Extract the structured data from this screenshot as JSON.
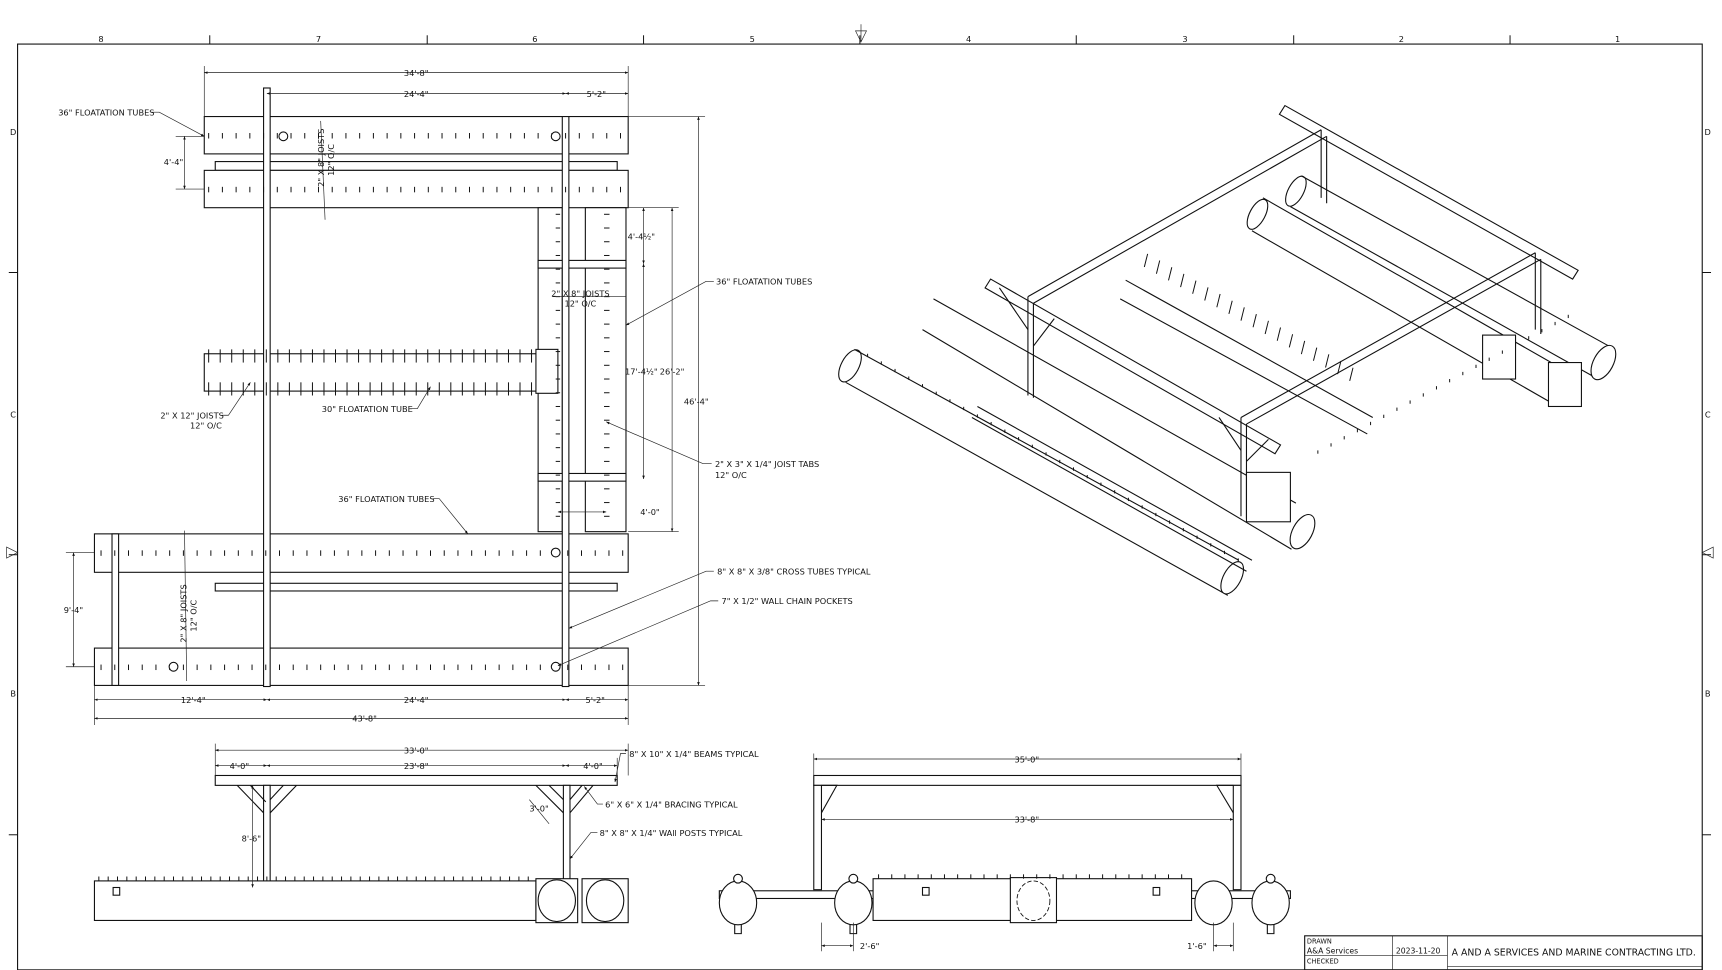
{
  "sheet": {
    "zones_top": [
      "8",
      "7",
      "6",
      "5",
      "4",
      "3",
      "2",
      "1"
    ],
    "zones_side": [
      "D",
      "C",
      "B"
    ]
  },
  "plan": {
    "dims": {
      "overall_top": "34'-8\"",
      "post_span_top": "24'-4\"",
      "end_top": "5'-2\"",
      "tube_spacing_top": "4'-4\"",
      "right_spacing": "4'-4½\"",
      "right_length": "17'-4½\"",
      "right_overall": "26'-2\"",
      "overall_height": "46'-4\"",
      "right_tube_spacing": "4'-0\"",
      "tube_spacing_bottom": "9'-4\"",
      "left_offset": "12'-4\"",
      "post_span_bottom": "24'-4\"",
      "end_bottom": "5'-2\"",
      "overall_bottom": "43'-8\""
    },
    "labels": {
      "tubes_top": "36\" FLOATATION TUBES",
      "joists_top_1": "2\" X 8\" JOISTS",
      "joists_top_2": "12\" O/C",
      "tubes_right": "36\" FLOATATION TUBES",
      "joists_right_1": "2\" X 8\" JOISTS",
      "joists_right_2": "12\" O/C",
      "joists_12_1": "2\" X 12\" JOISTS",
      "joists_12_2": "12\" O/C",
      "tube_30": "30\" FLOATATION TUBE",
      "joist_tabs_1": "2\" X 3\" X 1/4\" JOIST TABS",
      "joist_tabs_2": "12\" O/C",
      "tubes_bottom": "36\" FLOATATION TUBES",
      "cross_tubes": "8\" X 8\" X 3/8\" CROSS TUBES TYPICAL",
      "chain_pockets": "7\" X 1/2\" WALL CHAIN POCKETS",
      "joists_bottom_1": "2\" X 8\" JOISTS",
      "joists_bottom_2": "12\" O/C"
    }
  },
  "side_elevation": {
    "dims": {
      "overall": "33'-0\"",
      "left_end": "4'-0\"",
      "span": "23'-8\"",
      "right_end": "4'-0\"",
      "brace": "3'-0\"",
      "height": "8'-6\""
    },
    "labels": {
      "beams": "8\" X 10\" X 1/4\" BEAMS TYPICAL",
      "bracing": "6\" X 6\" X 1/4\" BRACING TYPICAL",
      "posts": "8\" X 8\" X 1/4\" WAll POSTS TYPICAL"
    }
  },
  "end_elevation": {
    "dims": {
      "overall": "35'-0\"",
      "inner": "33'-8\"",
      "left_offset": "2'-6\"",
      "right_offset": "1'-6\""
    }
  },
  "title_block": {
    "drawn_label": "DRAWN",
    "drawn_by": "A&A Services",
    "date": "2023-11-20",
    "checked_label": "CHECKED",
    "company": "A AND A SERVICES AND MARINE CONTRACTING LTD."
  }
}
